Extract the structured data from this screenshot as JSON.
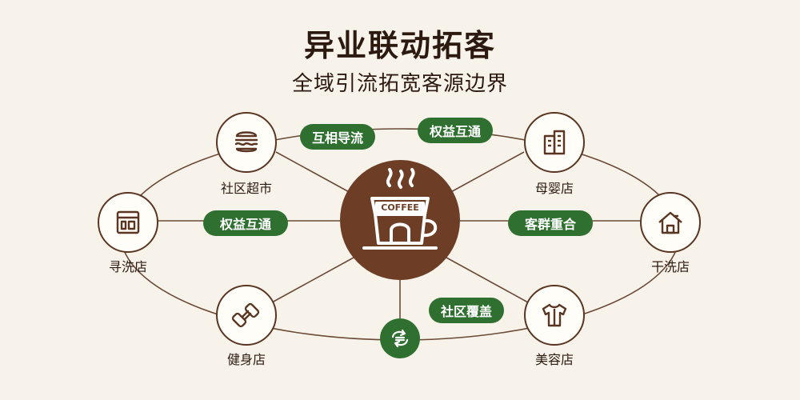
{
  "header": {
    "title": "异业联动拓客",
    "subtitle": "全域引流拓宽客源边界"
  },
  "center": {
    "cup_text": "COFFEE",
    "icon": "coffee-cup-icon"
  },
  "partners": {
    "supermarket": {
      "label": "社区超市",
      "icon": "sandwich-icon"
    },
    "mother_baby": {
      "label": "母婴店",
      "icon": "building-icon"
    },
    "left_shop": {
      "label": "寻洗店",
      "icon": "washing-machine-icon"
    },
    "dry_clean": {
      "label": "干洗店",
      "icon": "house-icon"
    },
    "gym": {
      "label": "健身店",
      "icon": "dumbbell-icon"
    },
    "beauty": {
      "label": "美容店",
      "icon": "shirt-icon"
    }
  },
  "relations": {
    "top_left": "互相导流",
    "top_right": "权益互通",
    "mid_left": "权益互通",
    "mid_right": "客群重合",
    "bottom": "社区覆盖"
  },
  "recycle_icon": "recycle-icon",
  "colors": {
    "background": "#f7f3ea",
    "brown": "#6d3e25",
    "green": "#2f7031",
    "text": "#2c1a10"
  }
}
